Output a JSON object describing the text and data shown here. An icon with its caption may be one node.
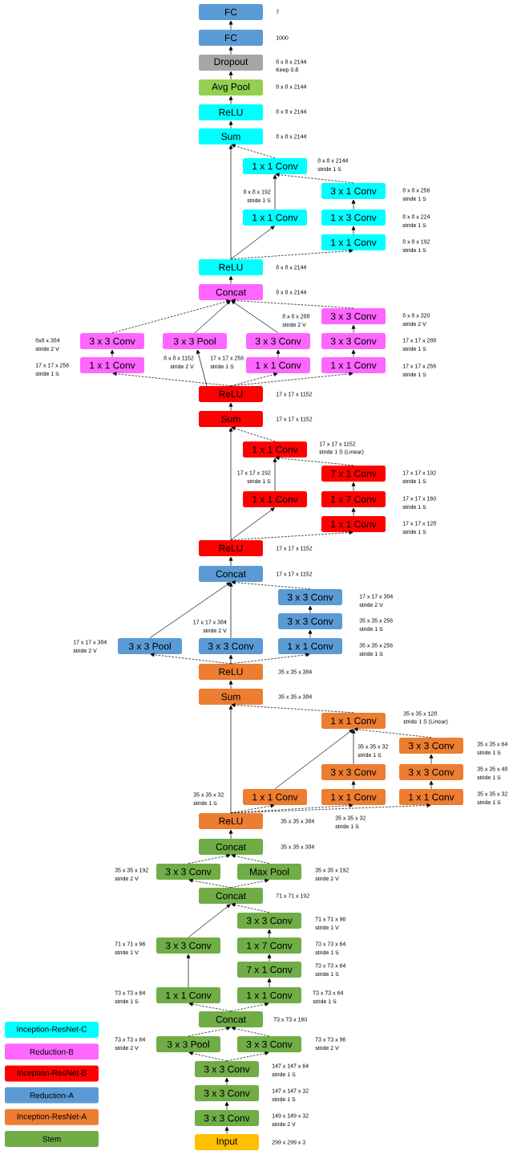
{
  "diagram": {
    "nodes": [
      {
        "text": [
          "FC"
        ],
        "beside": [
          "7"
        ]
      },
      {
        "text": [
          "FC"
        ],
        "beside": [
          "1000"
        ]
      },
      {
        "text": [
          "Dropout"
        ],
        "beside": [
          "8 x 8 x 2144",
          "Keep 0.8"
        ]
      },
      {
        "text": [
          "Avg Pool"
        ],
        "beside": [
          "8 x 8 x 2144"
        ]
      },
      {
        "text": [
          "ReLU"
        ],
        "beside": [
          "8 x 8 x 2144"
        ]
      },
      {
        "text": [
          "Sum"
        ],
        "beside": [
          "8 x 8 x 2144"
        ]
      },
      {
        "text": [
          "1 x 1 Conv"
        ],
        "beside": [
          "8 x 8 x 2144",
          "stride 1 S"
        ]
      },
      {
        "text": [
          "3 x 1 Conv"
        ],
        "beside": [
          "8 x 8 x 256",
          "stride 1 S"
        ]
      },
      {
        "text": [
          "1 x 1 Conv"
        ],
        "beside": [
          "8 x 8 x 192",
          "stride 1 S"
        ]
      },
      {
        "text": [
          "1 x 3 Conv"
        ],
        "beside": [
          "8 x 8 x 224",
          "stride 1 S"
        ]
      },
      {
        "text": [
          "1 x 1 Conv"
        ],
        "beside": [
          "8 x 8 x 192",
          "stride 1 S"
        ]
      },
      {
        "text": [
          "ReLU"
        ],
        "beside": [
          "8 x 8 x 2144"
        ]
      },
      {
        "text": [
          "Concat"
        ],
        "beside": [
          "8 x 8 x 2144"
        ]
      },
      {
        "text": [
          "3 x 3 Conv"
        ],
        "beside": [
          "8 x 8 x 320",
          "stride 2 V"
        ]
      },
      {
        "text": [
          "3 x 3 Conv"
        ],
        "beside": [
          "8x8 x 384",
          "stride 2 V"
        ]
      },
      {
        "text": [
          "3 x 3 Pool"
        ],
        "beside": [
          "8 x 8 x 1152",
          "stride 2 V"
        ]
      },
      {
        "text": [
          "3 x 3 Conv"
        ],
        "beside": [
          "8 x 8 x 288",
          "stride 2 V"
        ]
      },
      {
        "text": [
          "3 x 3 Conv"
        ],
        "beside": [
          "17 x 17 x 288",
          "stride 1 S"
        ]
      },
      {
        "text": [
          "1 x 1 Conv"
        ],
        "beside": [
          "17 x 17 x 256",
          "stride 1 S"
        ]
      },
      {
        "text": [
          "1 x 1 Conv"
        ],
        "beside": [
          "17 x 17 x 256",
          "stride 1 S"
        ]
      },
      {
        "text": [
          "1 x 1 Conv"
        ],
        "beside": [
          "17 x 17 x 256",
          "stride 1 S"
        ]
      },
      {
        "text": [
          "ReLU"
        ],
        "beside": [
          "17 x 17 x 1152"
        ]
      },
      {
        "text": [
          "Sum"
        ],
        "beside": [
          "17 x 17 x 1152"
        ]
      },
      {
        "text": [
          "1 x 1 Conv"
        ],
        "beside": [
          "17 x 17 x 1152",
          "stride 1 S (Linear)"
        ]
      },
      {
        "text": [
          "7 x 1 Conv"
        ],
        "beside": [
          "17 x 17 x 192",
          "stride 1 S"
        ]
      },
      {
        "text": [
          "1 x 1 Conv"
        ],
        "beside": [
          "17 x 17 x 192",
          "stride 1 S"
        ]
      },
      {
        "text": [
          "1 x 7 Conv"
        ],
        "beside": [
          "17 x 17 x 160",
          "stride 1 S"
        ]
      },
      {
        "text": [
          "1 x 1 Conv"
        ],
        "beside": [
          "17 x 17 x 128",
          "stride 1 S"
        ]
      },
      {
        "text": [
          "ReLU"
        ],
        "beside": [
          "17 x 17 x 1152"
        ]
      },
      {
        "text": [
          "Concat"
        ],
        "beside": [
          "17 x 17 x 1152"
        ]
      },
      {
        "text": [
          "3 x 3 Conv"
        ],
        "beside": [
          "17 x 17 x 384",
          "stride 2 V"
        ]
      },
      {
        "text": [
          "3 x 3 Conv"
        ],
        "beside": [
          "35 x 35 x 256",
          "stride 1 S"
        ]
      },
      {
        "text": [
          "3 x 3 Pool"
        ],
        "beside": [
          "17 x 17 x 384",
          "stride 2 V"
        ]
      },
      {
        "text": [
          "3 x 3 Conv"
        ],
        "beside": [
          "17 x 17 x 384",
          "stride 2 V"
        ]
      },
      {
        "text": [
          "1 x 1 Conv"
        ],
        "beside": [
          "35 x 35 x 256",
          "stride 1 S"
        ]
      },
      {
        "text": [
          "ReLU"
        ],
        "beside": [
          "35 x 35 x 384"
        ]
      },
      {
        "text": [
          "Sum"
        ],
        "beside": [
          "35 x 35 x 384"
        ]
      },
      {
        "text": [
          "1 x 1 Conv"
        ],
        "beside": [
          "35 x 35 x 128",
          "stride 1 S (Linear)"
        ]
      },
      {
        "text": [
          "3 x 3 Conv"
        ],
        "beside": [
          "35 x 35 x 64",
          "stride 1 S"
        ]
      },
      {
        "text": [
          "3 x 3 Conv"
        ],
        "beside": [
          "35 x 35 x 32",
          "stride 1 S"
        ]
      },
      {
        "text": [
          "3 x 3 Conv"
        ],
        "beside": [
          "35 x 35 x 48",
          "stride 1 S"
        ]
      },
      {
        "text": [
          "1 x 1 Conv"
        ],
        "beside": [
          "35 x 35 x 32",
          "stride 1 S"
        ]
      },
      {
        "text": [
          "1 x 1 Conv"
        ],
        "beside": [
          "35 x 35 x 32",
          "stride 1 S"
        ]
      },
      {
        "text": [
          "1 x 1 Conv"
        ],
        "beside": [
          "35 x 35 x 32",
          "stride 1 S"
        ]
      },
      {
        "text": [
          "ReLU"
        ],
        "beside": [
          "35 x 35 x 384"
        ]
      },
      {
        "text": [
          "Concat"
        ],
        "beside": [
          "35 x 35 x 384"
        ]
      },
      {
        "text": [
          "3 x 3 Conv"
        ],
        "beside": [
          "35 x 35 x 192",
          "stride 2 V"
        ]
      },
      {
        "text": [
          "Max Pool"
        ],
        "beside": [
          "35 x 35 x 192",
          "stride 2 V"
        ]
      },
      {
        "text": [
          "Concat"
        ],
        "beside": [
          "71 x 71 x 192"
        ]
      },
      {
        "text": [
          "3 x 3 Conv"
        ],
        "beside": [
          "71 x 71 x 96",
          "stride 1 V"
        ]
      },
      {
        "text": [
          "3 x 3 Conv"
        ],
        "beside": [
          "71 x 71 x 96",
          "stride 1 V"
        ]
      },
      {
        "text": [
          "1 x 7 Conv"
        ],
        "beside": [
          "73 x 73 x 64",
          "stride 1 S"
        ]
      },
      {
        "text": [
          "7 x 1 Conv"
        ],
        "beside": [
          "73 x 73 x 64",
          "stride 1 S"
        ]
      },
      {
        "text": [
          "1 x 1 Conv"
        ],
        "beside": [
          "73 x 73 x 64",
          "stride 1 S"
        ]
      },
      {
        "text": [
          "1 x 1 Conv"
        ],
        "beside": [
          "73 x 73 x 64",
          "stride 1 S"
        ]
      },
      {
        "text": [
          "Concat"
        ],
        "beside": [
          "73 x 73 x 160"
        ]
      },
      {
        "text": [
          "3 x 3 Pool"
        ],
        "beside": [
          "73 x 73 x 64",
          "stride 2 V"
        ]
      },
      {
        "text": [
          "3 x 3 Conv"
        ],
        "beside": [
          "73 x 73 x 96",
          "stride 2 V"
        ]
      },
      {
        "text": [
          "3 x 3 Conv"
        ],
        "beside": [
          "147 x 147 x 64",
          "stride 1 S"
        ]
      },
      {
        "text": [
          "3 x 3 Conv"
        ],
        "beside": [
          "147 x 147 x 32",
          "stride 1 S"
        ]
      },
      {
        "text": [
          "3 x 3 Conv"
        ],
        "beside": [
          "149 x 149 x 32",
          "stride 2 V"
        ]
      },
      {
        "text": [
          "Input"
        ],
        "beside": [
          "299 x 299 x 3"
        ]
      }
    ],
    "edges": [
      {
        "from": 1,
        "to": 0,
        "arrow": "to"
      },
      {
        "from": 2,
        "to": 1,
        "arrow": "to"
      },
      {
        "from": 3,
        "to": 2,
        "arrow": "to"
      },
      {
        "from": 4,
        "to": 3,
        "arrow": "to"
      },
      {
        "from": 5,
        "to": 4,
        "arrow": "to"
      },
      {
        "from": 6,
        "to": 5,
        "arrow": "to",
        "style": "dashed"
      },
      {
        "from": 11,
        "to": 5,
        "arrow": "to"
      },
      {
        "from": 7,
        "to": 6,
        "arrow": "to",
        "style": "dashed"
      },
      {
        "from": 8,
        "to": 6,
        "arrow": "to"
      },
      {
        "from": 9,
        "to": 7,
        "arrow": "to"
      },
      {
        "from": 10,
        "to": 9,
        "arrow": "to"
      },
      {
        "from": 11,
        "to": 8,
        "arrow": "to"
      },
      {
        "from": 11,
        "to": 10,
        "arrow": "to",
        "style": "dashed"
      },
      {
        "from": 12,
        "to": 11,
        "arrow": "to"
      },
      {
        "from": 14,
        "to": 12,
        "arrow": "to",
        "style": "dashed"
      },
      {
        "from": 15,
        "to": 12,
        "arrow": "to"
      },
      {
        "from": 16,
        "to": 12,
        "arrow": "to"
      },
      {
        "from": 13,
        "to": 12,
        "arrow": "to",
        "style": "dashed"
      },
      {
        "from": 17,
        "to": 13,
        "arrow": "to"
      },
      {
        "from": 18,
        "to": 14,
        "arrow": "to"
      },
      {
        "from": 19,
        "to": 16,
        "arrow": "to"
      },
      {
        "from": 20,
        "to": 17,
        "arrow": "to"
      },
      {
        "from": 21,
        "to": 18,
        "arrow": "to",
        "style": "dashed"
      },
      {
        "from": 21,
        "to": 15,
        "arrow": "to"
      },
      {
        "from": 21,
        "to": 19,
        "arrow": "to",
        "style": "dashed"
      },
      {
        "from": 21,
        "to": 20,
        "arrow": "to",
        "style": "dashed"
      },
      {
        "from": 22,
        "to": 21,
        "arrow": "to"
      },
      {
        "from": 23,
        "to": 22,
        "arrow": "to",
        "style": "dashed"
      },
      {
        "from": 28,
        "to": 22,
        "arrow": "to"
      },
      {
        "from": 25,
        "to": 23,
        "arrow": "to"
      },
      {
        "from": 24,
        "to": 23,
        "arrow": "to",
        "style": "dashed"
      },
      {
        "from": 26,
        "to": 24,
        "arrow": "to"
      },
      {
        "from": 27,
        "to": 26,
        "arrow": "to"
      },
      {
        "from": 28,
        "to": 25,
        "arrow": "to"
      },
      {
        "from": 28,
        "to": 27,
        "arrow": "to",
        "style": "dashed"
      },
      {
        "from": 29,
        "to": 28,
        "arrow": "to"
      },
      {
        "from": 32,
        "to": 29,
        "arrow": "to"
      },
      {
        "from": 33,
        "to": 29,
        "arrow": "to"
      },
      {
        "from": 30,
        "to": 29,
        "arrow": "to",
        "style": "dashed"
      },
      {
        "from": 31,
        "to": 30,
        "arrow": "to"
      },
      {
        "from": 34,
        "to": 31,
        "arrow": "to"
      },
      {
        "from": 35,
        "to": 32,
        "arrow": "to",
        "style": "dashed"
      },
      {
        "from": 35,
        "to": 33,
        "arrow": "to"
      },
      {
        "from": 35,
        "to": 34,
        "arrow": "to",
        "style": "dashed"
      },
      {
        "from": 36,
        "to": 35,
        "arrow": "to"
      },
      {
        "from": 37,
        "to": 36,
        "arrow": "to",
        "style": "dashed"
      },
      {
        "from": 44,
        "to": 36,
        "arrow": "to"
      },
      {
        "from": 38,
        "to": 37,
        "arrow": "to",
        "style": "dashed"
      },
      {
        "from": 39,
        "to": 37,
        "arrow": "to"
      },
      {
        "from": 41,
        "to": 37,
        "arrow": "to"
      },
      {
        "from": 40,
        "to": 38,
        "arrow": "to"
      },
      {
        "from": 42,
        "to": 39,
        "arrow": "to"
      },
      {
        "from": 43,
        "to": 40,
        "arrow": "to"
      },
      {
        "from": 44,
        "to": 41,
        "arrow": "to",
        "style": "dashed"
      },
      {
        "from": 44,
        "to": 42,
        "arrow": "to",
        "style": "dashed"
      },
      {
        "from": 44,
        "to": 43,
        "arrow": "to",
        "style": "dashed"
      },
      {
        "from": 45,
        "to": 44,
        "arrow": "to"
      },
      {
        "from": 46,
        "to": 45,
        "arrow": "to",
        "style": "dashed"
      },
      {
        "from": 47,
        "to": 45,
        "arrow": "to",
        "style": "dashed"
      },
      {
        "from": 48,
        "to": 46,
        "arrow": "to",
        "style": "dashed"
      },
      {
        "from": 48,
        "to": 47,
        "arrow": "to",
        "style": "dashed"
      },
      {
        "from": 49,
        "to": 48,
        "arrow": "to",
        "style": "dashed"
      },
      {
        "from": 50,
        "to": 48,
        "arrow": "to"
      },
      {
        "from": 51,
        "to": 49,
        "arrow": "to"
      },
      {
        "from": 52,
        "to": 51,
        "arrow": "to"
      },
      {
        "from": 54,
        "to": 52,
        "arrow": "to"
      },
      {
        "from": 53,
        "to": 50,
        "arrow": "to"
      },
      {
        "from": 55,
        "to": 53,
        "arrow": "to",
        "style": "dashed"
      },
      {
        "from": 55,
        "to": 54,
        "arrow": "to",
        "style": "dashed"
      },
      {
        "from": 56,
        "to": 55,
        "arrow": "to",
        "style": "dashed"
      },
      {
        "from": 57,
        "to": 55,
        "arrow": "to",
        "style": "dashed"
      },
      {
        "from": 58,
        "to": 56,
        "arrow": "to",
        "style": "dashed"
      },
      {
        "from": 58,
        "to": 57,
        "arrow": "to",
        "style": "dashed"
      },
      {
        "from": 59,
        "to": 58,
        "arrow": "to"
      },
      {
        "from": 60,
        "to": 59,
        "arrow": "to"
      },
      {
        "from": 61,
        "to": 60,
        "arrow": "to"
      }
    ],
    "legend": [
      {
        "text": "Inception-ResNet-C",
        "color": "#00ffff"
      },
      {
        "text": "Reduction-B",
        "color": "#ff66ff"
      },
      {
        "text": "Inception-ResNet-B",
        "color": "#ff0000"
      },
      {
        "text": "Reduction-A",
        "color": "#5b9bd5"
      },
      {
        "text": "Inception-ResNet-A",
        "color": "#ed7d31"
      },
      {
        "text": "Stem",
        "color": "#70ad47"
      }
    ]
  }
}
